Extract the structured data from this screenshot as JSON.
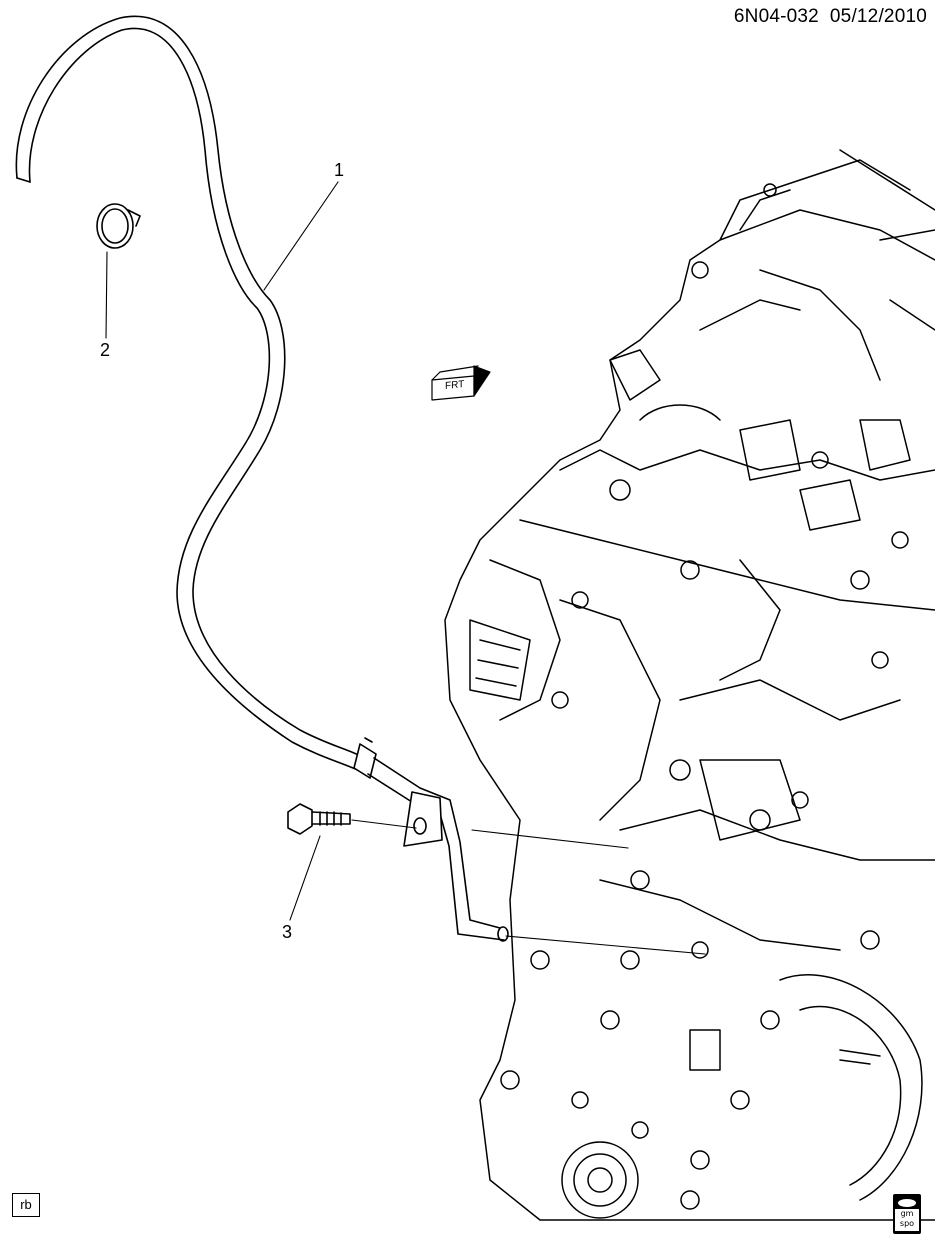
{
  "header": {
    "drawing_code": "6N04-032",
    "date": "05/12/2010"
  },
  "callouts": [
    {
      "number": "1"
    },
    {
      "number": "2"
    },
    {
      "number": "3"
    }
  ],
  "front_arrow": {
    "label": "FRT"
  },
  "corner_tag": {
    "label": "rb"
  },
  "logo": {
    "line1": "gm",
    "line2": "spo"
  }
}
